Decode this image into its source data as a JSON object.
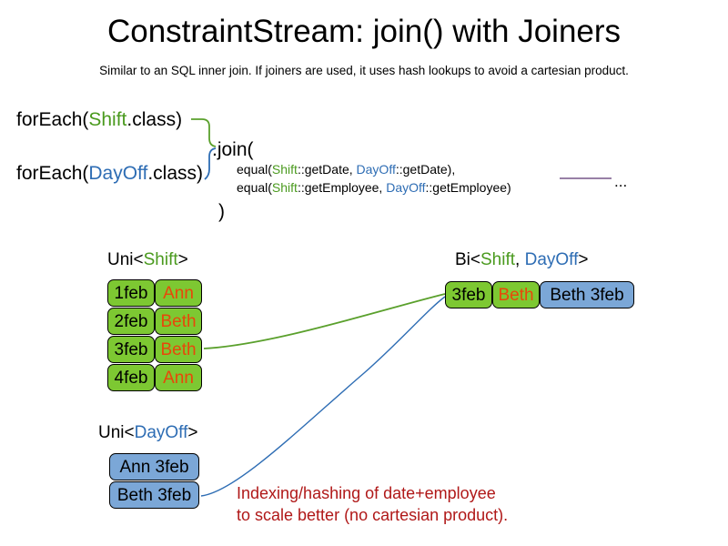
{
  "slide": {
    "title": "ConstraintStream: join() with Joiners",
    "subtitle": "Similar to an SQL inner join. If joiners are used, it uses hash lookups to avoid a cartesian product."
  },
  "code": {
    "foreach_shift": {
      "prefix": "forEach(",
      "type": "Shift",
      "suffix": ".class)"
    },
    "foreach_dayoff": {
      "prefix": "forEach(",
      "type": "DayOff",
      "suffix": ".class)"
    },
    "join_open": ".join(",
    "join_close": ")",
    "joiners": [
      {
        "prefix": "equal(",
        "left_type": "Shift",
        "left_method": "::getDate, ",
        "right_type": "DayOff",
        "right_method": "::getDate),"
      },
      {
        "prefix": "equal(",
        "left_type": "Shift",
        "left_method": "::getEmployee, ",
        "right_type": "DayOff",
        "right_method": "::getEmployee)"
      }
    ],
    "ellipsis": "..."
  },
  "streams": {
    "uni_shift": {
      "label_prefix": "Uni<",
      "label_type": "Shift",
      "label_suffix": ">",
      "rows": [
        {
          "date": "1feb",
          "name": "Ann"
        },
        {
          "date": "2feb",
          "name": "Beth"
        },
        {
          "date": "3feb",
          "name": "Beth"
        },
        {
          "date": "4feb",
          "name": "Ann"
        }
      ]
    },
    "uni_dayoff": {
      "label_prefix": "Uni<",
      "label_type": "DayOff",
      "label_suffix": ">",
      "rows": [
        {
          "value": "Ann 3feb"
        },
        {
          "value": "Beth 3feb"
        }
      ]
    },
    "bi": {
      "label_prefix": "Bi<",
      "label_type_a": "Shift",
      "label_separator": ", ",
      "label_type_b": "DayOff",
      "label_suffix": ">",
      "row": {
        "date": "3feb",
        "name": "Beth",
        "dayoff": "Beth 3feb"
      }
    }
  },
  "annotation": {
    "line1": "Indexing/hashing of date+employee",
    "line2": "to scale better (no cartesian product)."
  },
  "colors": {
    "shift_green": "#4a9a1e",
    "dayoff_blue": "#2e6db4",
    "box_green": "#7dc832",
    "box_blue": "#7ba7d7",
    "name_orange": "#e8470a",
    "annotation_red": "#b01818",
    "connector_purple": "#8a6e99"
  }
}
